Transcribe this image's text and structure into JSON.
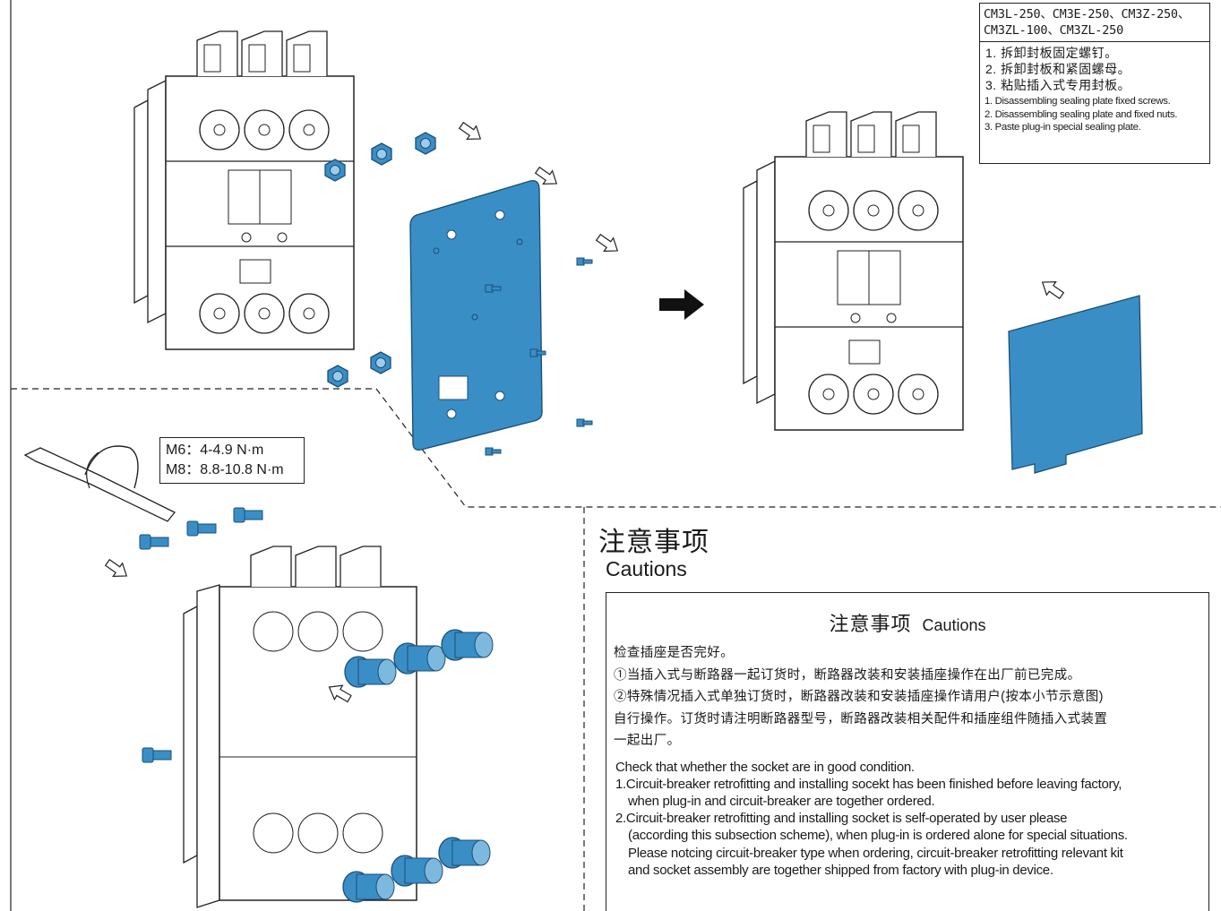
{
  "model_panel": {
    "models_line1": "CM3L-250、CM3E-250、CM3Z-250、",
    "models_line2": "CM3ZL-100、CM3ZL-250",
    "steps_cn": [
      "1. 拆卸封板固定螺钉。",
      "2. 拆卸封板和紧固螺母。",
      "3. 粘贴插入式专用封板。"
    ],
    "steps_en": [
      "1. Disassembling sealing plate fixed screws.",
      "2. Disassembling sealing plate and fixed nuts.",
      "3. Paste plug-in special sealing plate."
    ]
  },
  "torque": {
    "m6": "M6：4-4.9 N·m",
    "m8": "M8：8.8-10.8 N·m"
  },
  "cautions": {
    "title_cn": "注意事项",
    "title_en": "Cautions",
    "box_title_cn": "注意事项",
    "box_title_en": "Cautions",
    "cn_lines": [
      "检查插座是否完好。",
      "①当插入式与断路器一起订货时，断路器改装和安装插座操作在出厂前已完成。",
      "②特殊情况插入式单独订货时，断路器改装和安装插座操作请用户(按本小节示意图)",
      "自行操作。订货时请注明断路器型号，断路器改装相关配件和插座组件随插入式装置",
      "一起出厂。"
    ],
    "en_lines": [
      "Check that whether the socket are in good condition.",
      "1.Circuit-breaker retrofitting and installing socekt has been finished before leaving factory,",
      "when plug-in and circuit-breaker are together ordered.",
      "2.Circuit-breaker retrofitting and installing socket is self-operated by user please",
      "(according this subsection scheme), when plug-in is ordered alone for special situations.",
      "Please notcing circuit-breaker type when ordering, circuit-breaker retrofitting relevant kit",
      "and socket assembly are together shipped from factory with plug-in device."
    ]
  },
  "colors": {
    "part_blue": "#3a8ec6",
    "part_blue_dark": "#1f6a9f",
    "line": "#222222"
  }
}
